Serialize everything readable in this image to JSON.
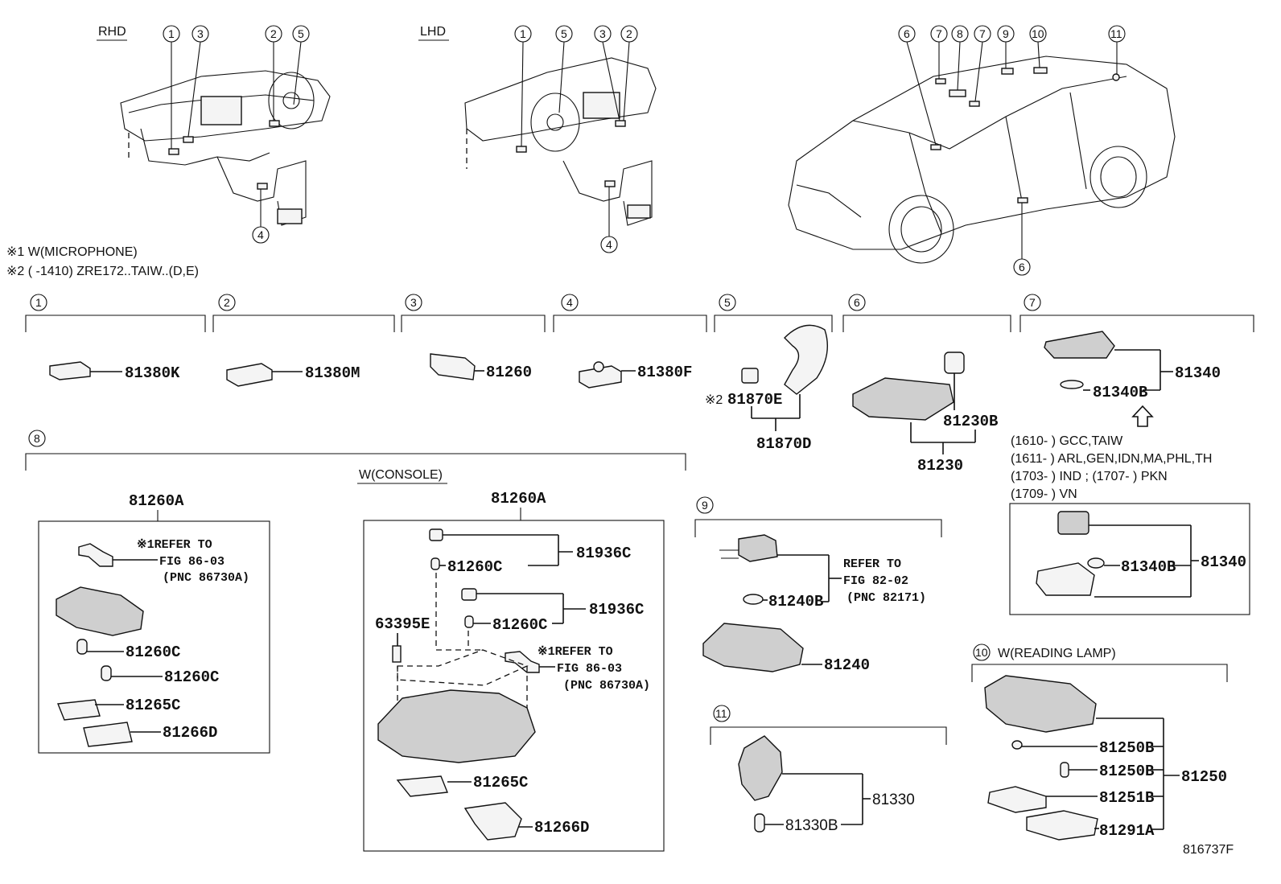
{
  "header": {
    "rhd_label": "RHD",
    "lhd_label": "LHD",
    "notes": [
      "※1 W(MICROPHONE)",
      "※2 (        -1410) ZRE172..TAIW..(D,E)"
    ]
  },
  "circled_numbers": {
    "n1": "1",
    "n2": "2",
    "n3": "3",
    "n4": "4",
    "n5": "5",
    "n6": "6",
    "n7": "7",
    "n8": "8",
    "n9": "9",
    "n10": "10",
    "n11": "11"
  },
  "parts": {
    "p81380K": "81380K",
    "p81380M": "81380M",
    "p81260": "81260",
    "p81380F": "81380F",
    "p81870E": "81870E",
    "p81870E_mark": "※2",
    "p81870D": "81870D",
    "p81230B": "81230B",
    "p81230": "81230",
    "p81340_a": "81340",
    "p81340B_a": "81340B",
    "p81340_b": "81340",
    "p81340B_b": "81340B",
    "p81260A_a": "81260A",
    "p81260A_b": "81260A",
    "p81260C_1": "81260C",
    "p81260C_2": "81260C",
    "p81260C_3": "81260C",
    "p81260C_4": "81260C",
    "p81265C_a": "81265C",
    "p81266D_a": "81266D",
    "p81265C_b": "81265C",
    "p81266D_b": "81266D",
    "p81936C_1": "81936C",
    "p81936C_2": "81936C",
    "p63395E": "63395E",
    "p81240B": "81240B",
    "p81240": "81240",
    "p81330": "81330",
    "p81330B": "81330B",
    "p81250B_1": "81250B",
    "p81250B_2": "81250B",
    "p81250": "81250",
    "p81251B": "81251B",
    "p81291A": "81291A"
  },
  "refs": {
    "ref1_line1": "※1REFER TO",
    "ref1_line2": "FIG 86-03",
    "ref1_line3": "(PNC 86730A)",
    "ref2_line1": "※1REFER TO",
    "ref2_line2": "FIG 86-03",
    "ref2_line3": "(PNC 86730A)",
    "ref3_line1": "REFER TO",
    "ref3_line2": "FIG 82-02",
    "ref3_line3": "(PNC 82171)"
  },
  "sections": {
    "console_label": "W(CONSOLE)",
    "reading_lamp_label": "W(READING LAMP)"
  },
  "applicability": [
    "(1610-      ) GCC,TAIW",
    "(1611-      ) ARL,GEN,IDN,MA,PHL,TH",
    "(1703-      ) IND ; (1707-        ) PKN",
    "(1709-      ) VN"
  ],
  "figure_id": "816737F"
}
